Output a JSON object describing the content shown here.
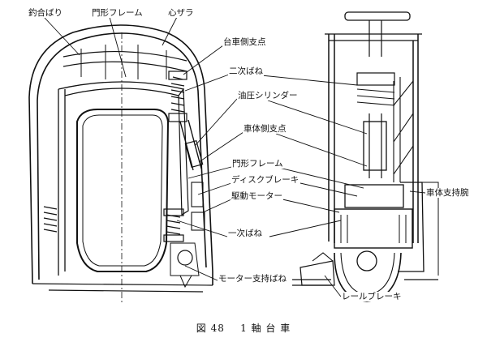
{
  "labels": {
    "equalizer_beam": "釣合ばり",
    "portal_frame_top": "門形フレーム",
    "center_plate": "心ザラ",
    "bogie_side_support": "台車側支点",
    "secondary_spring": "二次ばね",
    "hydraulic_cylinder": "油圧シリンダー",
    "body_side_support": "車体側支点",
    "portal_frame_side": "門形フレーム",
    "disc_brake": "ディスクブレーキ",
    "drive_motor": "駆動モーター",
    "body_support_arm": "車体支持腕",
    "primary_spring": "一次ばね",
    "motor_support_spring": "モーター支持ばね",
    "rail_brake": "レールブレーキ"
  },
  "caption": {
    "figure_no": "図 48",
    "title": "1 軸 台 車"
  }
}
